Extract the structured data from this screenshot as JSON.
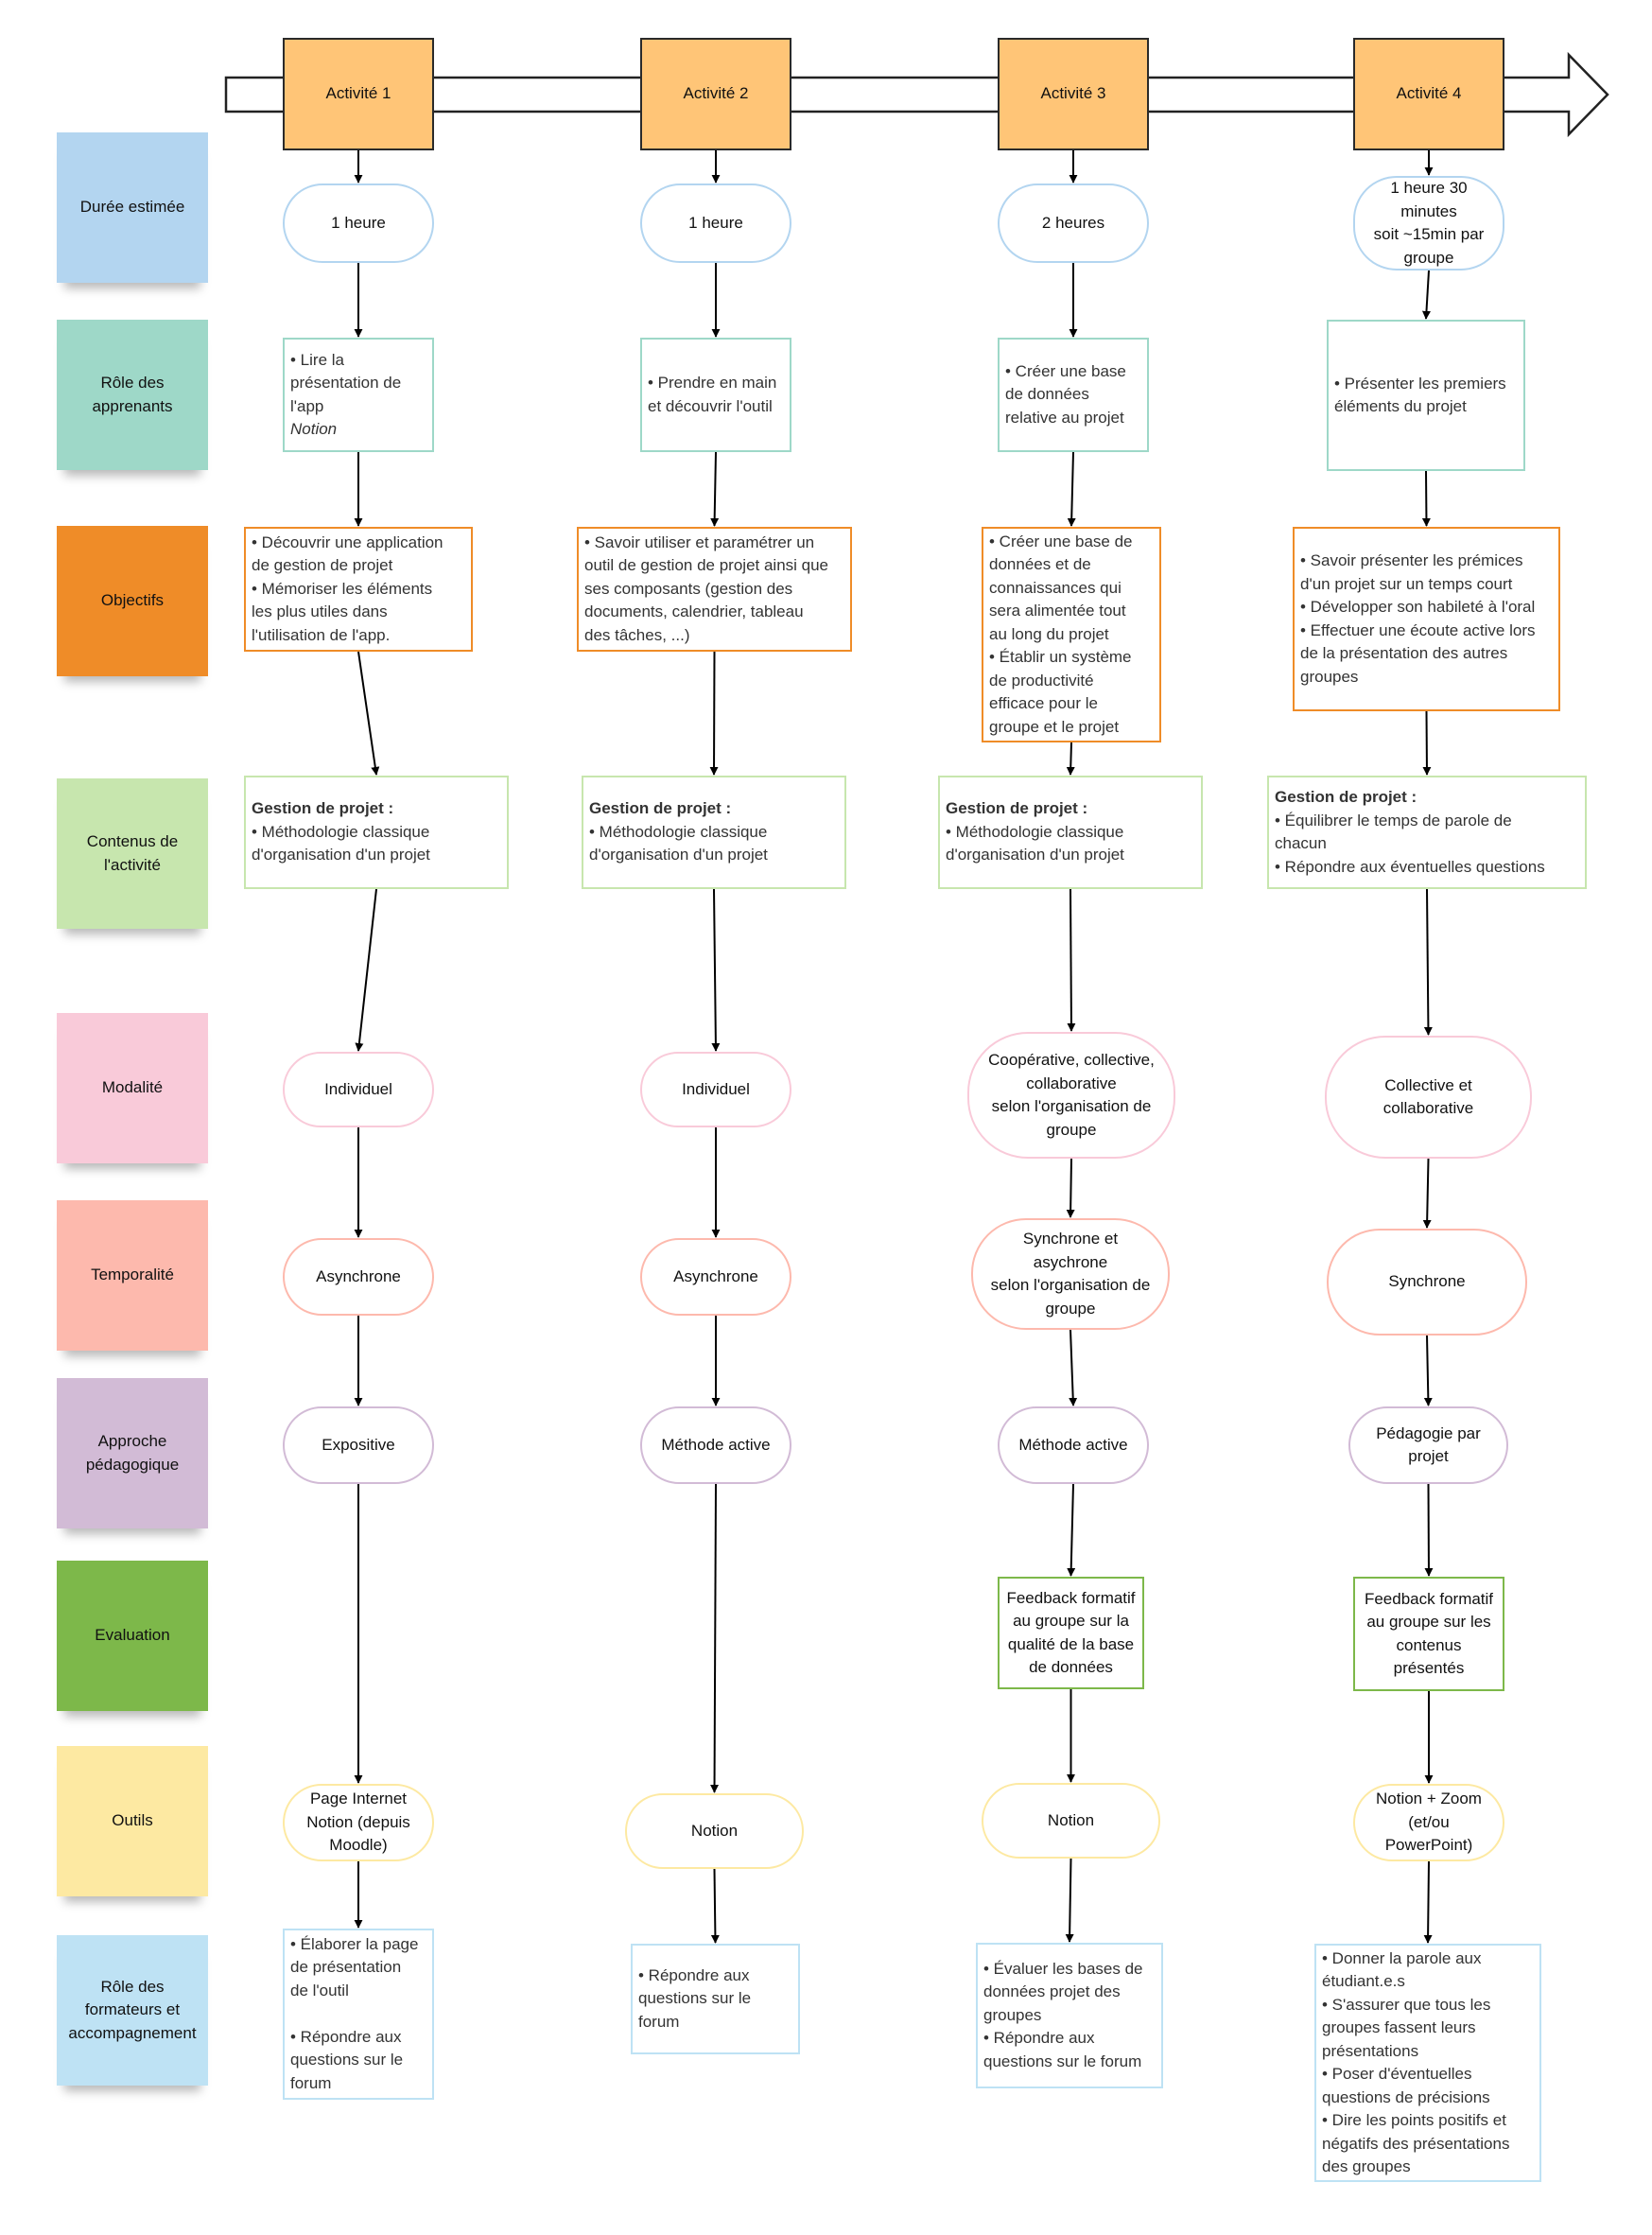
{
  "timeline": {
    "activities": [
      "Activité 1",
      "Activité 2",
      "Activité 3",
      "Activité 4"
    ]
  },
  "row_labels": [
    "Durée estimée",
    "Rôle des\napprenants",
    "Objectifs",
    "Contenus de\nl'activité",
    "Modalité",
    "Temporalité",
    "Approche\npédagogique",
    "Evaluation",
    "Outils",
    "Rôle des\nformateurs et\naccompagnement"
  ],
  "colors": {
    "activity_fill": "#FFC577",
    "durée": "#B3D5F0",
    "rôle_apprenants": "#9ED8C8",
    "objectifs": "#EF8C28",
    "contenus": "#C7E6AE",
    "modalité": "#F9CAD9",
    "temporalité": "#FDB9AD",
    "approche": "#D2BBD6",
    "evaluation": "#7DB84A",
    "outils": "#FDE9A2",
    "rôle_formateurs": "#BEE2F4"
  },
  "columns": [
    {
      "durée": "1 heure",
      "rôle_apprenants": "• Lire la\nprésentation de\nl'app Notion",
      "objectifs": "• Découvrir une application\nde gestion de projet\n• Mémoriser les éléments\nles plus utiles dans\nl'utilisation de l'app.",
      "contenus_title": "Gestion de projet :",
      "contenus": "• Méthodologie classique\nd'organisation d'un projet",
      "modalité": "Individuel",
      "temporalité": "Asynchrone",
      "approche": "Expositive",
      "evaluation": "",
      "outils": "Page Internet\nNotion (depuis\nMoodle)",
      "rôle_formateurs": "• Élaborer la page\nde présentation\nde l'outil\n\n• Répondre aux\nquestions sur le\nforum"
    },
    {
      "durée": "1 heure",
      "rôle_apprenants": "• Prendre en main\net découvrir l'outil",
      "objectifs": "• Savoir utiliser et paramétrer un\noutil de gestion de projet ainsi que\nses composants (gestion des\ndocuments, calendrier, tableau\ndes tâches, ...)",
      "contenus_title": "Gestion de projet :",
      "contenus": "• Méthodologie classique\nd'organisation d'un projet",
      "modalité": "Individuel",
      "temporalité": "Asynchrone",
      "approche": "Méthode active",
      "evaluation": "",
      "outils": "Notion",
      "rôle_formateurs": "• Répondre aux\nquestions sur le\nforum"
    },
    {
      "durée": "2 heures",
      "rôle_apprenants": "• Créer une base\nde données\nrelative au projet",
      "objectifs": "• Créer une base de\ndonnées et de\nconnaissances qui\nsera alimentée tout\nau long du projet\n• Établir un système\nde productivité\nefficace pour le\ngroupe et le projet",
      "contenus_title": "Gestion de projet :",
      "contenus": "• Méthodologie classique\nd'organisation d'un projet",
      "modalité": "Coopérative, collective,\ncollaborative\nselon l'organisation de\ngroupe",
      "temporalité": "Synchrone et\nasychrone\nselon l'organisation de\ngroupe",
      "approche": "Méthode active",
      "evaluation": "Feedback formatif\nau groupe sur la\nqualité de la base\nde données",
      "outils": "Notion",
      "rôle_formateurs": "• Évaluer les bases de\ndonnées projet des\ngroupes\n• Répondre aux\nquestions sur le forum"
    },
    {
      "durée": "1 heure 30\nminutes\nsoit ~15min par\ngroupe",
      "rôle_apprenants": "• Présenter les premiers\néléments du projet",
      "objectifs": "• Savoir présenter les prémices\nd'un projet sur un temps court\n• Développer son habileté à l'oral\n• Effectuer une écoute active lors\nde la présentation des autres\ngroupes",
      "contenus_title": "Gestion de projet :",
      "contenus": "• Équilibrer le temps de parole de\nchacun\n• Répondre aux éventuelles questions",
      "modalité": "Collective et collaborative",
      "temporalité": "Synchrone",
      "approche": "Pédagogie par\nprojet",
      "evaluation": "Feedback formatif\nau groupe sur les\ncontenus\nprésentés",
      "outils": "Notion + Zoom\n(et/ou PowerPoint)",
      "rôle_formateurs": "• Donner la parole aux\nétudiant.e.s\n• S'assurer que tous les\ngroupes fassent leurs\nprésentations\n• Poser d'éventuelles\nquestions de précisions\n• Dire les points positifs et\nnégatifs des présentations\ndes groupes"
    }
  ]
}
